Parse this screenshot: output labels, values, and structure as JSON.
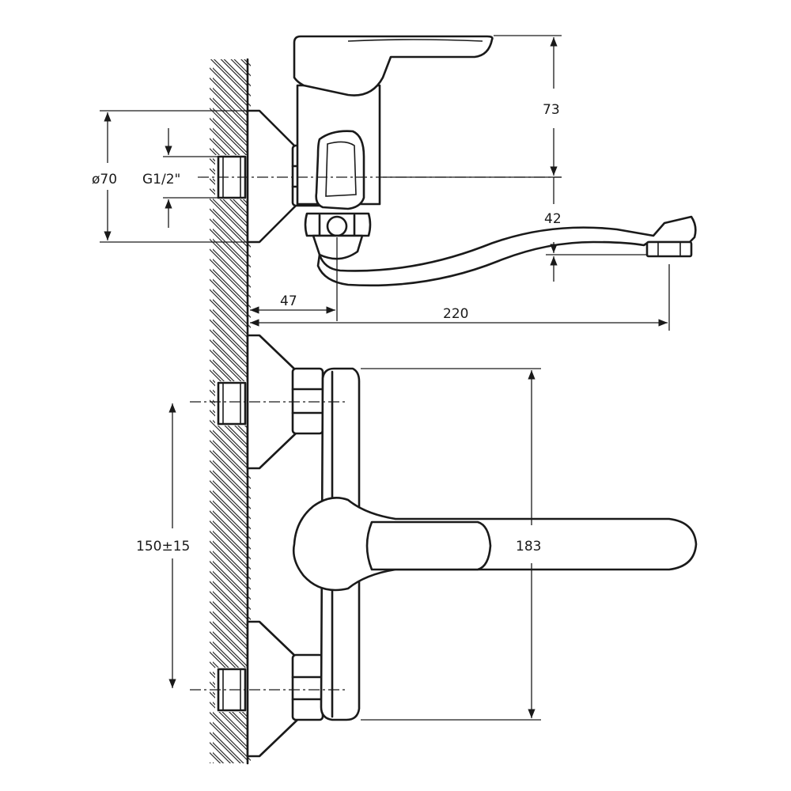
{
  "drawing": {
    "dimensions": {
      "handle_height": "73",
      "flange_diameter": "ø70",
      "thread": "G1/2\"",
      "spout_drop": "42",
      "wall_to_body": "47",
      "spout_reach": "220",
      "center_distance": "150±15",
      "body_height": "183"
    }
  }
}
